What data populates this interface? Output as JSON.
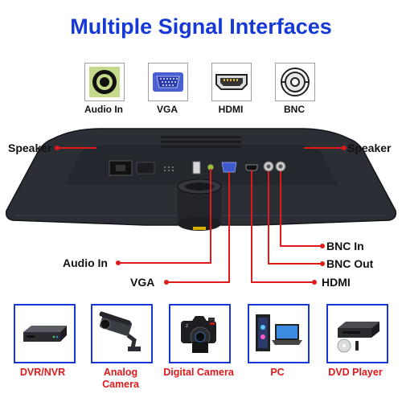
{
  "title": "Multiple Signal Interfaces",
  "ports": [
    {
      "label": "Audio In",
      "icon": "audio-jack-icon"
    },
    {
      "label": "VGA",
      "icon": "vga-port-icon"
    },
    {
      "label": "HDMI",
      "icon": "hdmi-port-icon"
    },
    {
      "label": "BNC",
      "icon": "bnc-port-icon"
    }
  ],
  "callouts": {
    "speaker_left": "Speaker",
    "speaker_right": "Speaker",
    "audio_in": "Audio In",
    "vga": "VGA",
    "hdmi": "HDMI",
    "bnc_in": "BNC In",
    "bnc_out": "BNC Out"
  },
  "devices": [
    {
      "label": "DVR/NVR",
      "icon": "dvr-recorder-icon"
    },
    {
      "label": "Analog Camera",
      "icon": "cctv-camera-icon"
    },
    {
      "label": "Digital Camera",
      "icon": "dslr-camera-icon"
    },
    {
      "label": "PC",
      "icon": "desktop-pc-icon"
    },
    {
      "label": "DVD Player",
      "icon": "dvd-player-icon"
    }
  ],
  "colors": {
    "accent_blue": "#1538d6",
    "accent_red": "#e0191b",
    "monitor": "#2b2e35"
  }
}
